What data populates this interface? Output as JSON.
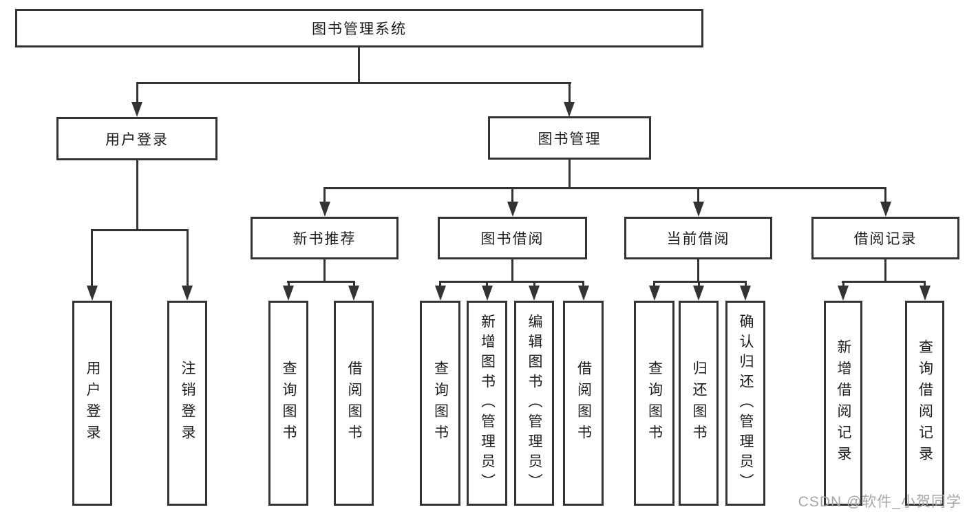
{
  "diagram": {
    "title": "图书管理系统",
    "colors": {
      "line": "#333333",
      "box_border": "#333333",
      "text": "#1c1c1c",
      "watermark": "#a6a6a6",
      "background": "#ffffff"
    },
    "tree": {
      "root": {
        "label": "图书管理系统"
      },
      "children": [
        {
          "label": "用户登录",
          "children": [
            {
              "label": "用户登录"
            },
            {
              "label": "注销登录"
            }
          ]
        },
        {
          "label": "图书管理",
          "children": [
            {
              "label": "新书推荐",
              "children": [
                {
                  "label": "查询图书"
                },
                {
                  "label": "借阅图书"
                }
              ]
            },
            {
              "label": "图书借阅",
              "children": [
                {
                  "label": "查询图书"
                },
                {
                  "label": "新增图书（管理员）"
                },
                {
                  "label": "编辑图书（管理员）"
                },
                {
                  "label": "借阅图书"
                }
              ]
            },
            {
              "label": "当前借阅",
              "children": [
                {
                  "label": "查询图书"
                },
                {
                  "label": "归还图书"
                },
                {
                  "label": "确认归还（管理员）"
                }
              ]
            },
            {
              "label": "借阅记录",
              "children": [
                {
                  "label": "新增借阅记录"
                },
                {
                  "label": "查询借阅记录"
                }
              ]
            }
          ]
        }
      ]
    },
    "watermark": "CSDN @软件_小贺同学"
  }
}
